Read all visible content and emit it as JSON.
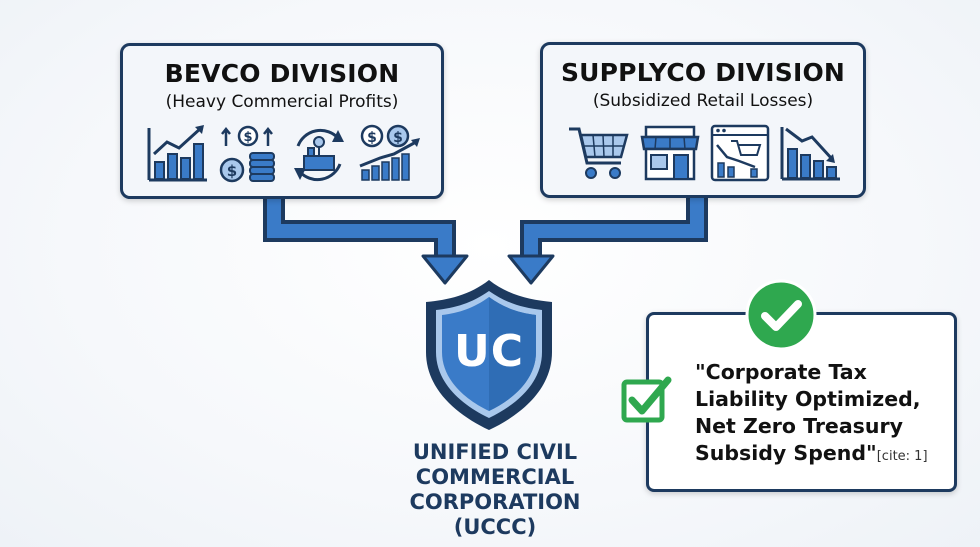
{
  "bevco": {
    "title": "BEVCO DIVISION",
    "subtitle": "(Heavy Commercial Profits)",
    "icons": [
      "bar-chart-rising-icon",
      "coins-dollar-icon",
      "cycle-factory-icon",
      "dollar-growth-chart-icon"
    ]
  },
  "supplyco": {
    "title": "SUPPLYCO DIVISION",
    "subtitle": "(Subsidized Retail Losses)",
    "icons": [
      "shopping-cart-icon",
      "storefront-icon",
      "online-store-decline-icon",
      "bar-chart-falling-icon"
    ]
  },
  "shield": {
    "monogram": "UC"
  },
  "company": {
    "line1": "UNIFIED CIVIL",
    "line2": "COMMERCIAL",
    "line3": "CORPORATION",
    "line4": "(UCCC)"
  },
  "result": {
    "quote_line1": "\"Corporate Tax",
    "quote_line2": "Liability Optimized,",
    "quote_line3": "Net Zero Treasury",
    "quote_line4": "Subsidy Spend\"",
    "cite": "[cite: 1]"
  },
  "colors": {
    "navy": "#1d3a5f",
    "blue": "#3a7bc8",
    "green": "#2fa84f"
  }
}
